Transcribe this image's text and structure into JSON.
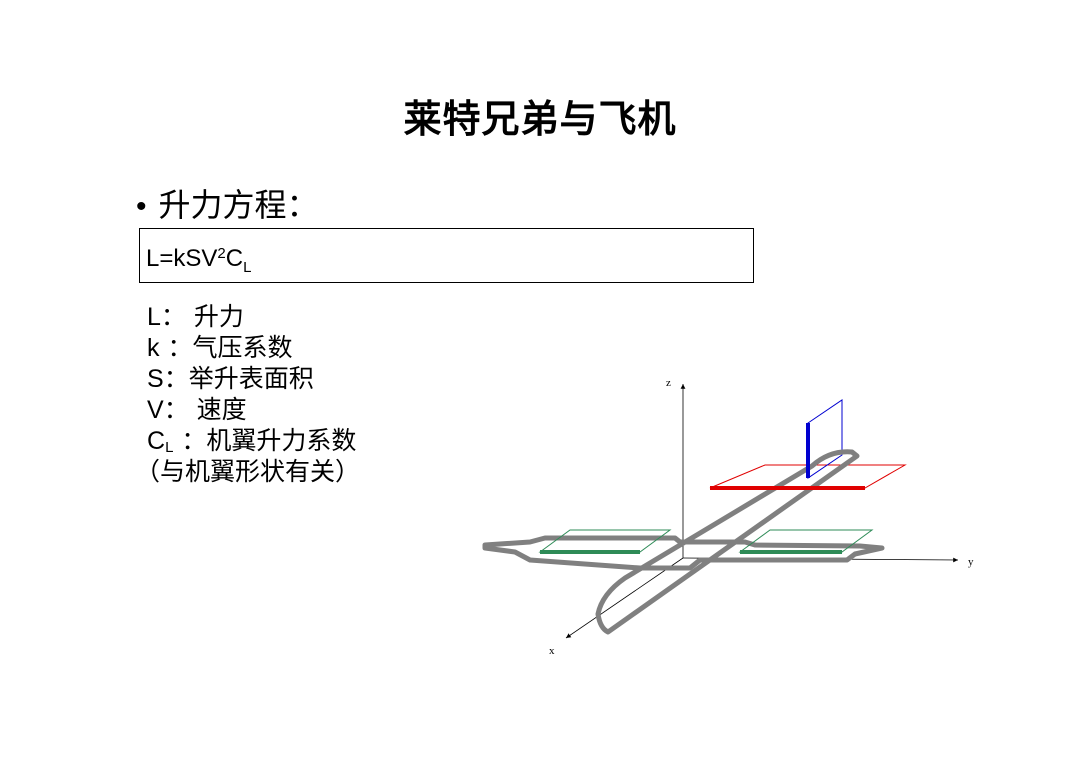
{
  "slide": {
    "title": "莱特兄弟与飞机",
    "bullet": {
      "marker": "•",
      "text": "升力方程："
    },
    "formula": {
      "part1": "L=kSV",
      "exp": "2",
      "part2": "C",
      "sub": "L"
    },
    "definitions": [
      {
        "symbol": "L",
        "sep": "： ",
        "text": "升力"
      },
      {
        "symbol": "k",
        "sep": " ：",
        "text": "气压系数"
      },
      {
        "symbol": "S",
        "sep": "：",
        "text": "举升表面积"
      },
      {
        "symbol": "V",
        "sep": "： ",
        "text": "速度"
      },
      {
        "symbol": "C",
        "sub": "L",
        "sep": " ：",
        "text": "机翼升力系数"
      }
    ],
    "note": "（与机翼形状有关）"
  },
  "diagram": {
    "axes": {
      "x": "x",
      "y": "y",
      "z": "z"
    },
    "colors": {
      "fuselage": "#808080",
      "horizontal_stabilizer": "#e00000",
      "vertical_stabilizer": "#0000d0",
      "ailerons": "#2e8b57",
      "axis": "#000000"
    }
  }
}
